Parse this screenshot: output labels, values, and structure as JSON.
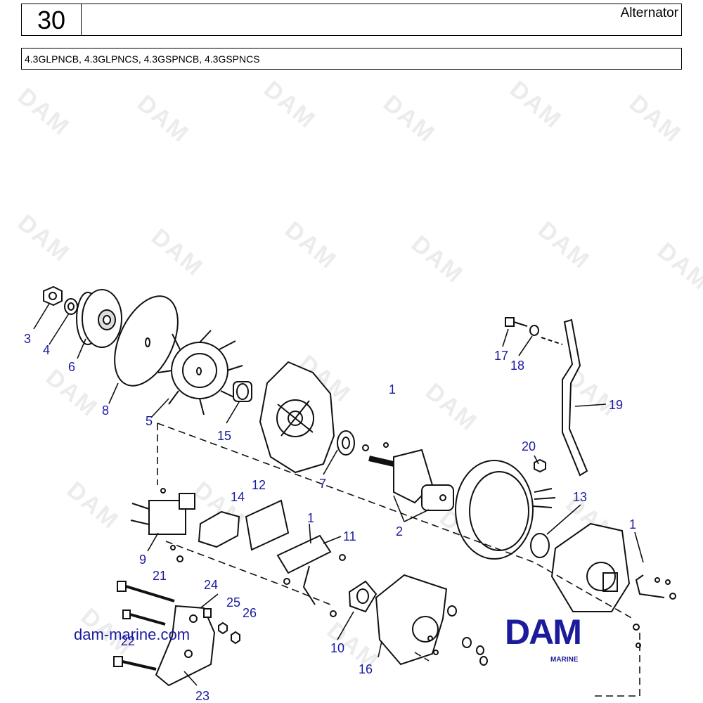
{
  "header": {
    "section_number": "30",
    "title": "Alternator",
    "models": "4.3GLPNCB, 4.3GLPNCS, 4.3GSPNCB, 4.3GSPNCS"
  },
  "watermark": {
    "text": "DAM",
    "color": "#e0e0e0"
  },
  "diagram": {
    "label_color": "#1a1aa0",
    "callouts": [
      "1",
      "1",
      "1",
      "1",
      "2",
      "3",
      "4",
      "5",
      "6",
      "7",
      "8",
      "9",
      "10",
      "11",
      "12",
      "13",
      "14",
      "15",
      "16",
      "17",
      "18",
      "19",
      "20",
      "21",
      "22",
      "23",
      "24",
      "25",
      "26"
    ]
  },
  "footer": {
    "site": "dam-marine.com",
    "logo": "DAM",
    "logo_sub": "MARINE"
  }
}
